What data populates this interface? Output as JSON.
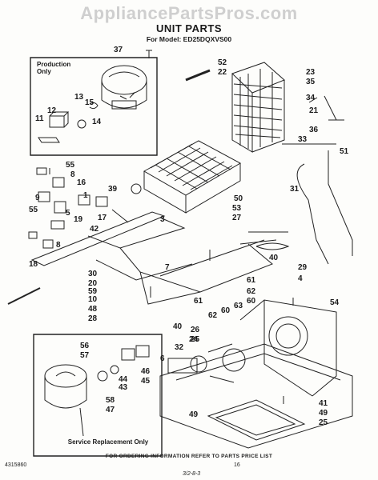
{
  "watermark": "AppliancePartsPros.com",
  "title": "UNIT PARTS",
  "model": "For Model: ED25DQXVS00",
  "production_box_label": "Production Only",
  "service_box_label": "Service Replacement Only",
  "callouts": [
    {
      "text": "37"
    },
    {
      "text": "52"
    },
    {
      "text": "22"
    },
    {
      "text": "23"
    },
    {
      "text": "35"
    },
    {
      "text": "13"
    },
    {
      "text": "15"
    },
    {
      "text": "12"
    },
    {
      "text": "14"
    },
    {
      "text": "11"
    },
    {
      "text": "34"
    },
    {
      "text": "21"
    },
    {
      "text": "36"
    },
    {
      "text": "33"
    },
    {
      "text": "51"
    },
    {
      "text": "55"
    },
    {
      "text": "8"
    },
    {
      "text": "16"
    },
    {
      "text": "9"
    },
    {
      "text": "39"
    },
    {
      "text": "1"
    },
    {
      "text": "5"
    },
    {
      "text": "19"
    },
    {
      "text": "17"
    },
    {
      "text": "42"
    },
    {
      "text": "3"
    },
    {
      "text": "50"
    },
    {
      "text": "53"
    },
    {
      "text": "31"
    },
    {
      "text": "55"
    },
    {
      "text": "8"
    },
    {
      "text": "27"
    },
    {
      "text": "18"
    },
    {
      "text": "30"
    },
    {
      "text": "20"
    },
    {
      "text": "59"
    },
    {
      "text": "10"
    },
    {
      "text": "48"
    },
    {
      "text": "7"
    },
    {
      "text": "40"
    },
    {
      "text": "29"
    },
    {
      "text": "61"
    },
    {
      "text": "62"
    },
    {
      "text": "4"
    },
    {
      "text": "60"
    },
    {
      "text": "61"
    },
    {
      "text": "62"
    },
    {
      "text": "60"
    },
    {
      "text": "63"
    },
    {
      "text": "54"
    },
    {
      "text": "28"
    },
    {
      "text": "40"
    },
    {
      "text": "26"
    },
    {
      "text": "25"
    },
    {
      "text": "56"
    },
    {
      "text": "57"
    },
    {
      "text": "32"
    },
    {
      "text": "24"
    },
    {
      "text": "6"
    },
    {
      "text": "46"
    },
    {
      "text": "45"
    },
    {
      "text": "44"
    },
    {
      "text": "43"
    },
    {
      "text": "58"
    },
    {
      "text": "47"
    },
    {
      "text": "49"
    },
    {
      "text": "41"
    },
    {
      "text": "49"
    },
    {
      "text": "25"
    }
  ],
  "footer_note": "FOR ORDERING INFORMATION REFER TO PARTS PRICE LIST",
  "doc_number": "4315860",
  "page_number": "16",
  "date_code": "3/2-8-3"
}
